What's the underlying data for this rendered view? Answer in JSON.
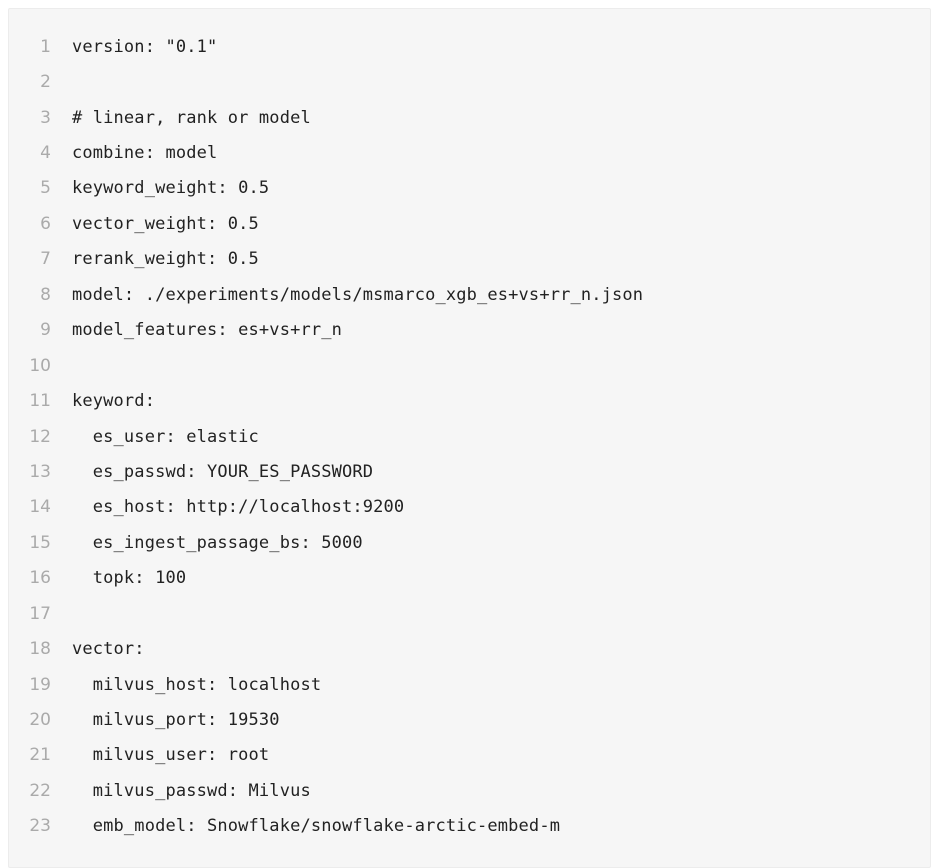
{
  "code_block": {
    "language": "yaml",
    "lines": [
      {
        "num": "1",
        "text": "version: \"0.1\""
      },
      {
        "num": "2",
        "text": ""
      },
      {
        "num": "3",
        "text": "# linear, rank or model"
      },
      {
        "num": "4",
        "text": "combine: model"
      },
      {
        "num": "5",
        "text": "keyword_weight: 0.5"
      },
      {
        "num": "6",
        "text": "vector_weight: 0.5"
      },
      {
        "num": "7",
        "text": "rerank_weight: 0.5"
      },
      {
        "num": "8",
        "text": "model: ./experiments/models/msmarco_xgb_es+vs+rr_n.json"
      },
      {
        "num": "9",
        "text": "model_features: es+vs+rr_n"
      },
      {
        "num": "10",
        "text": ""
      },
      {
        "num": "11",
        "text": "keyword:"
      },
      {
        "num": "12",
        "text": "  es_user: elastic"
      },
      {
        "num": "13",
        "text": "  es_passwd: YOUR_ES_PASSWORD"
      },
      {
        "num": "14",
        "text": "  es_host: http://localhost:9200"
      },
      {
        "num": "15",
        "text": "  es_ingest_passage_bs: 5000"
      },
      {
        "num": "16",
        "text": "  topk: 100"
      },
      {
        "num": "17",
        "text": ""
      },
      {
        "num": "18",
        "text": "vector:"
      },
      {
        "num": "19",
        "text": "  milvus_host: localhost"
      },
      {
        "num": "20",
        "text": "  milvus_port: 19530"
      },
      {
        "num": "21",
        "text": "  milvus_user: root"
      },
      {
        "num": "22",
        "text": "  milvus_passwd: Milvus"
      },
      {
        "num": "23",
        "text": "  emb_model: Snowflake/snowflake-arctic-embed-m"
      }
    ]
  },
  "colors": {
    "background": "#f6f6f6",
    "line_number": "#aaaaaa",
    "code_text": "#222222"
  }
}
